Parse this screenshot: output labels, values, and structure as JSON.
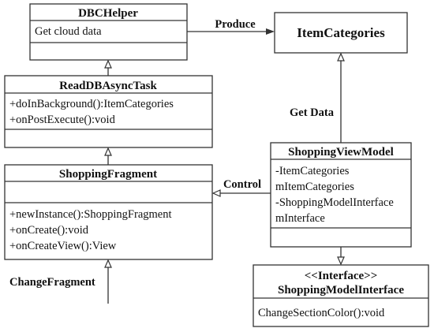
{
  "classes": {
    "dbc_helper": {
      "name": "DBCHelper",
      "attributes": [
        "Get cloud data"
      ],
      "operations": []
    },
    "item_categories": {
      "name": "ItemCategories"
    },
    "read_db_async_task": {
      "name": "ReadDBAsyncTask",
      "attributes": [
        "+doInBackground():ItemCategories",
        "+onPostExecute():void"
      ],
      "operations": []
    },
    "shopping_fragment": {
      "name": "ShoppingFragment",
      "attributes": [],
      "operations": [
        "+newInstance():ShoppingFragment",
        "+onCreate():void",
        "+onCreateView():View"
      ]
    },
    "shopping_view_model": {
      "name": "ShoppingViewModel",
      "attributes": [
        "-ItemCategories",
        "mItemCategories",
        "-ShoppingModelInterface",
        "mInterface"
      ],
      "operations": []
    },
    "shopping_model_interface": {
      "stereotype": "<<Interface>>",
      "name": "ShoppingModelInterface",
      "operations": [
        "ChangeSectionColor():void"
      ]
    }
  },
  "relations": {
    "produce": "Produce",
    "get_data": "Get Data",
    "control": "Control",
    "change_fragment": "ChangeFragment"
  }
}
